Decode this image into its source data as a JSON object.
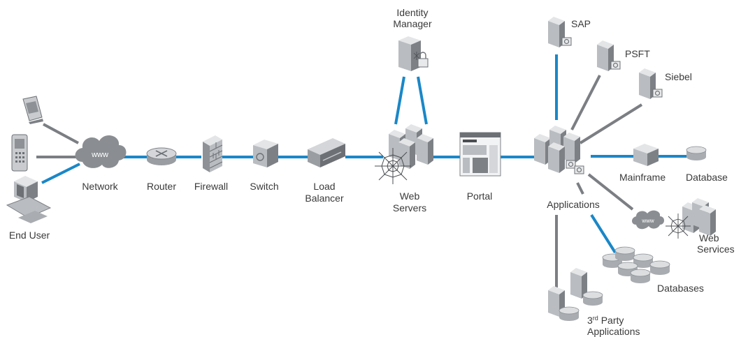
{
  "colors": {
    "blue_link": "#1a87c7",
    "gray_link": "#7b7e82",
    "device_light": "#d4d6d9",
    "device_mid": "#a7aaae",
    "device_dark": "#6d7176",
    "text": "#3a3a3a"
  },
  "icons": [
    "pda-icon",
    "mobile-phone-icon",
    "desktop-computer-icon",
    "cloud-icon",
    "router-icon",
    "firewall-icon",
    "switch-icon",
    "load-balancer-icon",
    "server-cluster-icon",
    "spider-web-icon",
    "secure-server-icon",
    "portal-page-icon",
    "server-icon",
    "database-icon"
  ],
  "cloud_text": "www",
  "labels": {
    "end_user": "End User",
    "network": "Network",
    "router": "Router",
    "firewall": "Firewall",
    "switch": "Switch",
    "load_balancer_1": "Load",
    "load_balancer_2": "Balancer",
    "web_servers_1": "Web",
    "web_servers_2": "Servers",
    "identity_manager_1": "Identity",
    "identity_manager_2": "Manager",
    "portal": "Portal",
    "applications": "Applications",
    "sap": "SAP",
    "psft": "PSFT",
    "siebel": "Siebel",
    "mainframe": "Mainframe",
    "database": "Database",
    "web_services_1": "Web",
    "web_services_2": "Services",
    "databases": "Databases",
    "third_party_num": "3",
    "third_party_sup": "rd",
    "third_party_rest": " Party",
    "third_party_2": "Applications"
  }
}
